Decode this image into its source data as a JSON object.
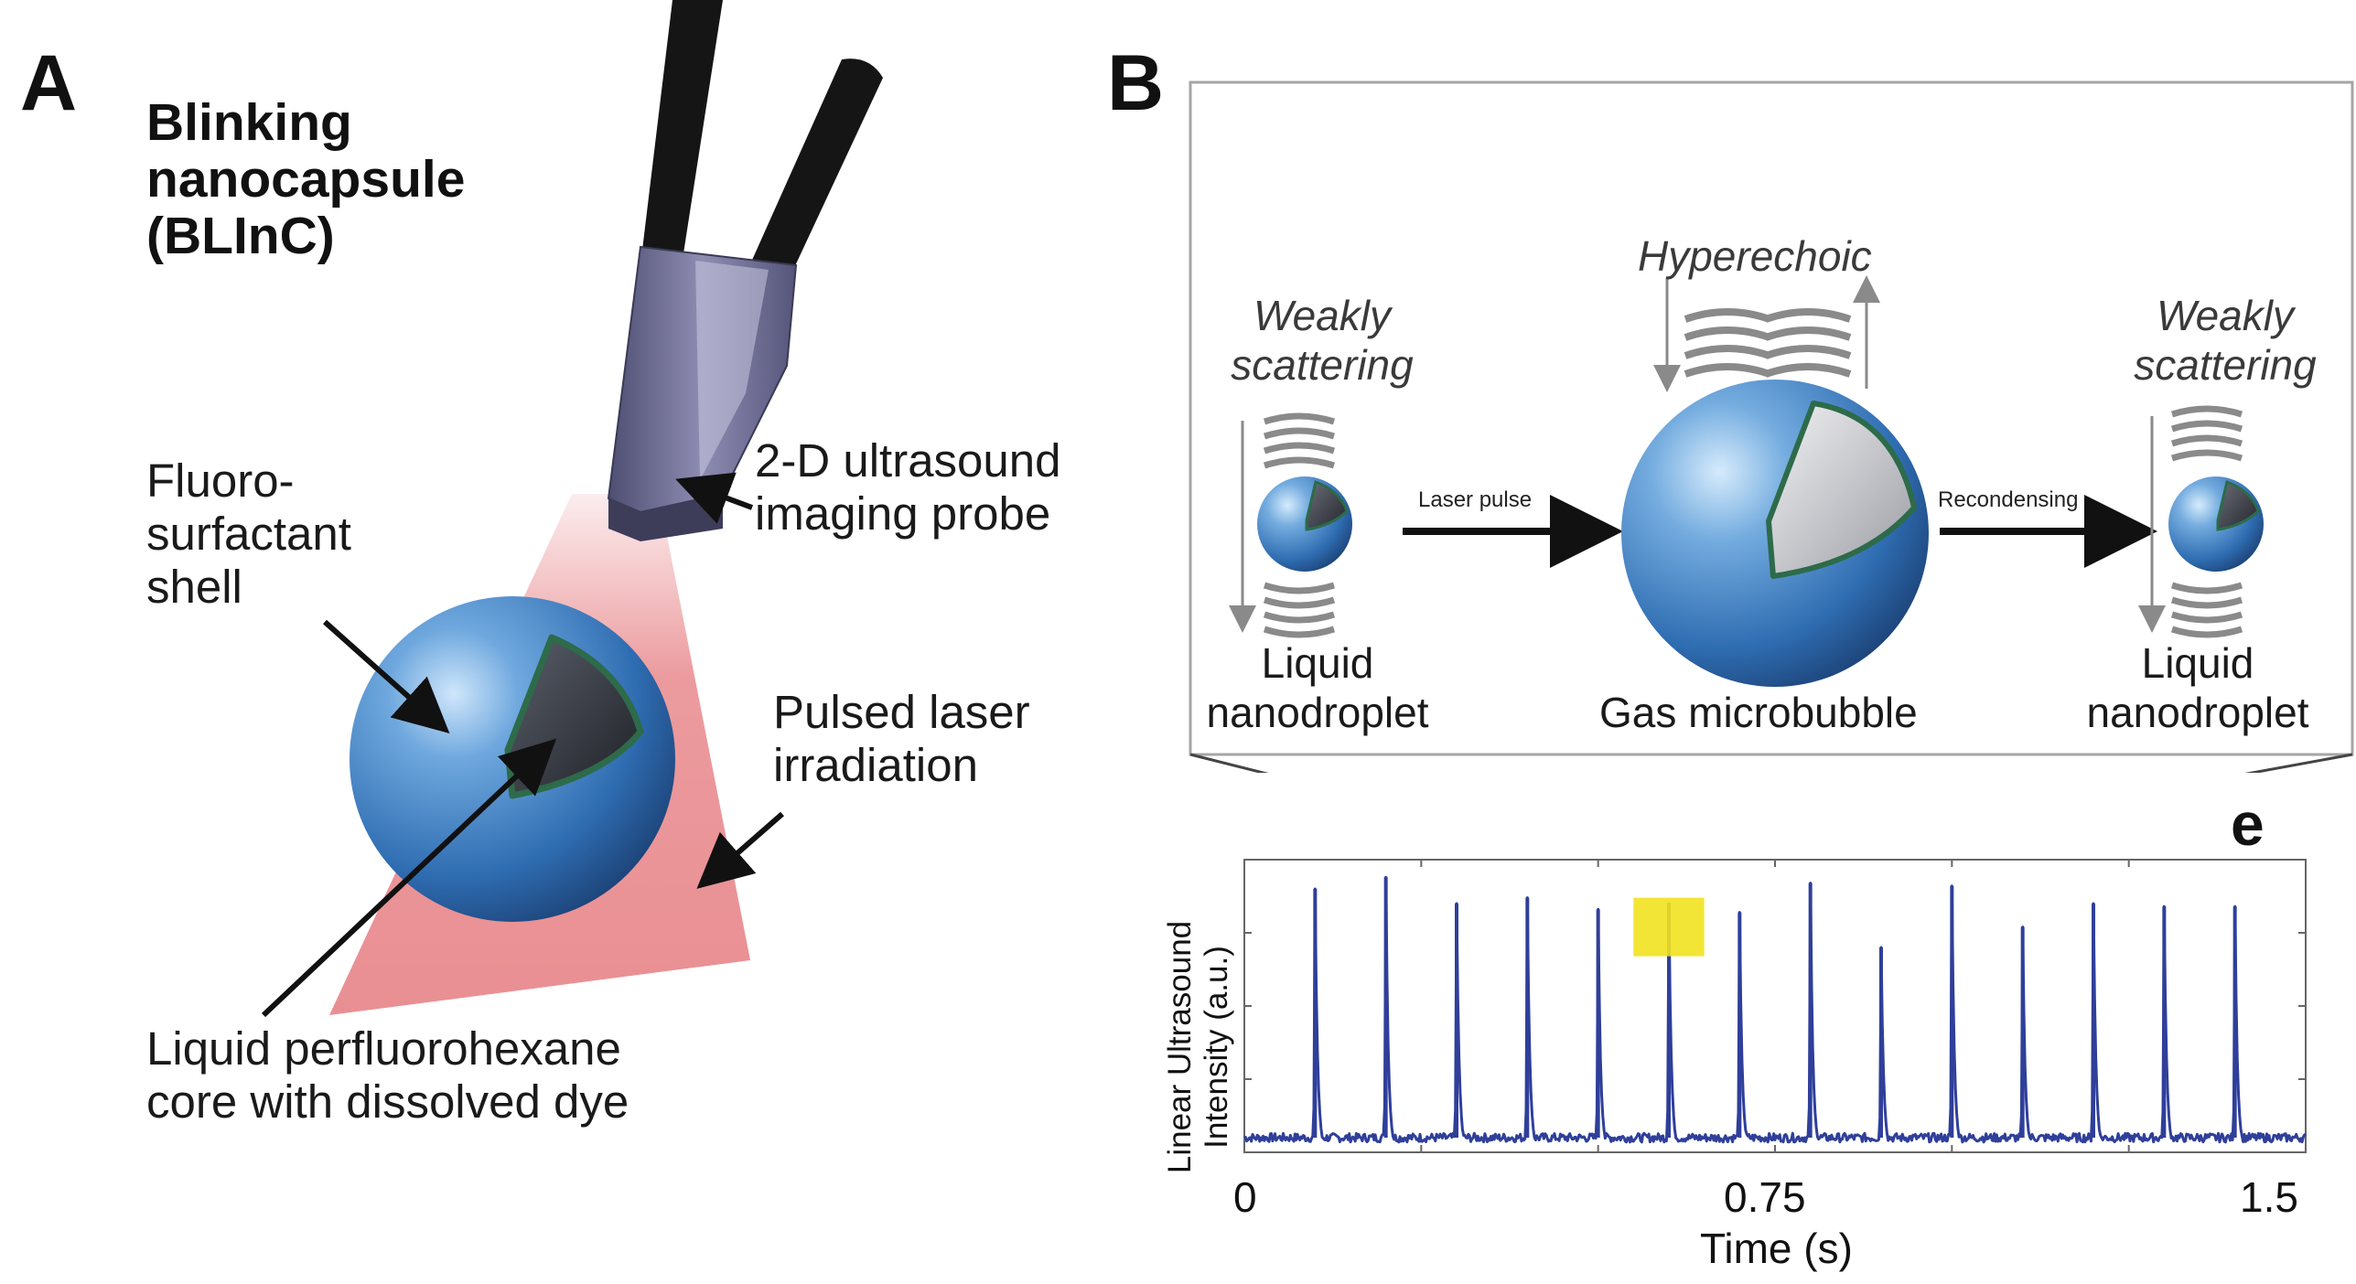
{
  "panel_a": {
    "letter": "A",
    "title_lines": [
      "Blinking",
      "nanocapsule",
      "(BLInC)"
    ],
    "probe_label_lines": [
      "2-D ultrasound",
      "imaging probe"
    ],
    "shell_label_lines": [
      "Fluoro-",
      "surfactant",
      "shell"
    ],
    "laser_label_lines": [
      "Pulsed laser",
      "irradiation"
    ],
    "core_label_lines": [
      "Liquid perfluorohexane",
      "core with dissolved dye"
    ]
  },
  "panel_b": {
    "letter": "B",
    "hyperechoic": "Hyperechoic",
    "weakly_left_lines": [
      "Weakly",
      "scattering"
    ],
    "weakly_right_lines": [
      "Weakly",
      "scattering"
    ],
    "laser_pulse": "Laser pulse",
    "recondensing": "Recondensing",
    "liquid_left_lines": [
      "Liquid",
      "nanodroplet"
    ],
    "gas_label": "Gas microbubble",
    "liquid_right_lines": [
      "Liquid",
      "nanodroplet"
    ]
  },
  "colors": {
    "sphere_blue": "#3f7fc4",
    "shell_green": "#2d6b4a",
    "laser_red": "#e8898d",
    "highlight_yellow": "#f2e21f",
    "trace_blue": "#2f3f9a"
  },
  "chart_data": {
    "type": "line",
    "panel_letter": "e",
    "xlabel": "Time (s)",
    "ylabel_lines": [
      "Linear Ultrasound",
      "Intensity (a.u.)"
    ],
    "x_ticks": [
      "0",
      "0.75",
      "1.5"
    ],
    "xlim": [
      0,
      1.5
    ],
    "ylim": [
      0,
      1
    ],
    "baseline": 0.05,
    "spike_times": [
      0.1,
      0.2,
      0.3,
      0.4,
      0.5,
      0.6,
      0.7,
      0.8,
      0.9,
      1.0,
      1.1,
      1.2,
      1.3,
      1.4
    ],
    "spike_heights": [
      0.9,
      0.94,
      0.85,
      0.87,
      0.83,
      0.85,
      0.82,
      0.92,
      0.7,
      0.91,
      0.77,
      0.85,
      0.84,
      0.84
    ],
    "highlight_window": [
      0.55,
      0.65
    ]
  }
}
